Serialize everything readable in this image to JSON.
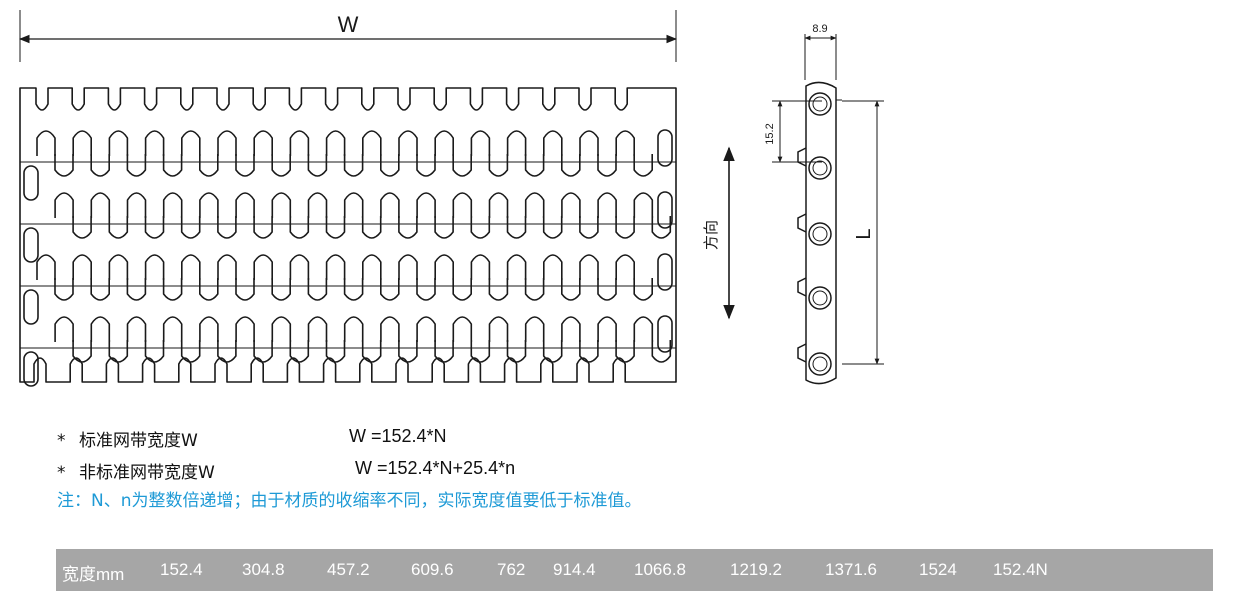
{
  "drawing": {
    "width_label": "W",
    "length_label": "L",
    "direction_label": "方向",
    "dim_thickness": "8.9",
    "dim_pitch": "15.2"
  },
  "notes": {
    "standard_label": "标准网带宽度W",
    "standard_formula": "W =152.4*N",
    "nonstandard_label": "非标准网带宽度W",
    "nonstandard_formula": "W =152.4*N+25.4*n",
    "star": "*",
    "remark": "注：N、n为整数倍递增；由于材质的收缩率不同，实际宽度值要低于标准值。"
  },
  "width_table": {
    "header": "宽度mm",
    "values": [
      "152.4",
      "304.8",
      "457.2",
      "609.6",
      "762",
      "914.4",
      "1066.8",
      "1219.2",
      "1371.6",
      "1524",
      "152.4N"
    ]
  },
  "colors": {
    "line": "#1a1a1a",
    "accent_blue": "#1e9ad6",
    "table_bg": "#a6a6a6",
    "table_text": "#ffffff"
  }
}
